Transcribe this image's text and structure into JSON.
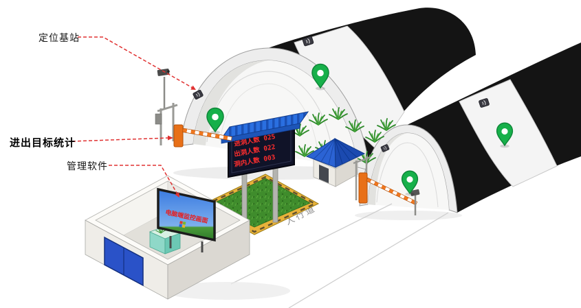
{
  "labels": {
    "base_station": "定位基站",
    "inout_stats": "进出目标统计",
    "management_software": "管理软件",
    "walkway": "人行道"
  },
  "led_board": {
    "lines": [
      "进洞人数 025",
      "出洞人数 022",
      "洞内人数 003"
    ]
  },
  "screen": {
    "text": "电脑端监控画面"
  },
  "colors": {
    "accent_red": "#e03030",
    "pin_green": "#17b04a",
    "roof_blue": "#2a6fe0",
    "barrier_orange": "#f07820",
    "door_blue": "#2a52c8",
    "frame_yellow": "#e8b23a",
    "led_text_red": "#ff2e2e",
    "tunnel_black": "#141414"
  },
  "icons": {
    "location_pin": "map-pin",
    "beacon": "positioning-beacon",
    "camera": "cctv-camera",
    "barrier": "boom-barrier"
  }
}
